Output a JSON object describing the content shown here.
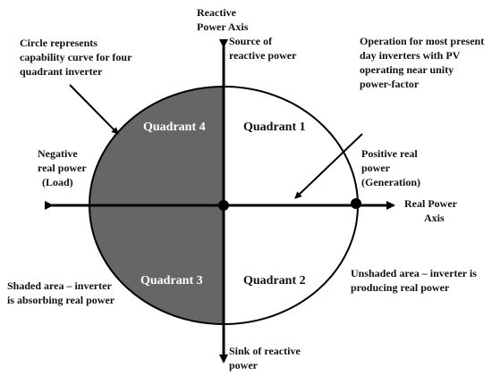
{
  "diagram": {
    "axes": {
      "vertical_label": [
        "Reactive",
        "Power Axis"
      ],
      "horizontal_label": [
        "Real Power",
        "Axis"
      ]
    },
    "quadrants": {
      "q1": "Quadrant 1",
      "q2": "Quadrant 2",
      "q3": "Quadrant 3",
      "q4": "Quadrant 4"
    },
    "annotations": {
      "source_reactive": [
        "Source of",
        "reactive power"
      ],
      "sink_reactive": [
        "Sink of reactive",
        "power"
      ],
      "negative_real": [
        "Negative",
        "real power",
        "(Load)"
      ],
      "positive_real": [
        "Positive real",
        "power",
        "(Generation)"
      ],
      "circle_note": [
        "Circle represents",
        "capability curve for four",
        "quadrant inverter"
      ],
      "operation_note": [
        "Operation for most present",
        "day inverters with PV",
        "operating near unity",
        "power-factor"
      ],
      "shaded_note": [
        "Shaded area – inverter",
        "is absorbing real power"
      ],
      "unshaded_note": [
        "Unshaded area – inverter is",
        "producing real power"
      ]
    },
    "colors": {
      "shaded_fill": "#666666",
      "line": "#000000",
      "background": "#ffffff"
    }
  }
}
